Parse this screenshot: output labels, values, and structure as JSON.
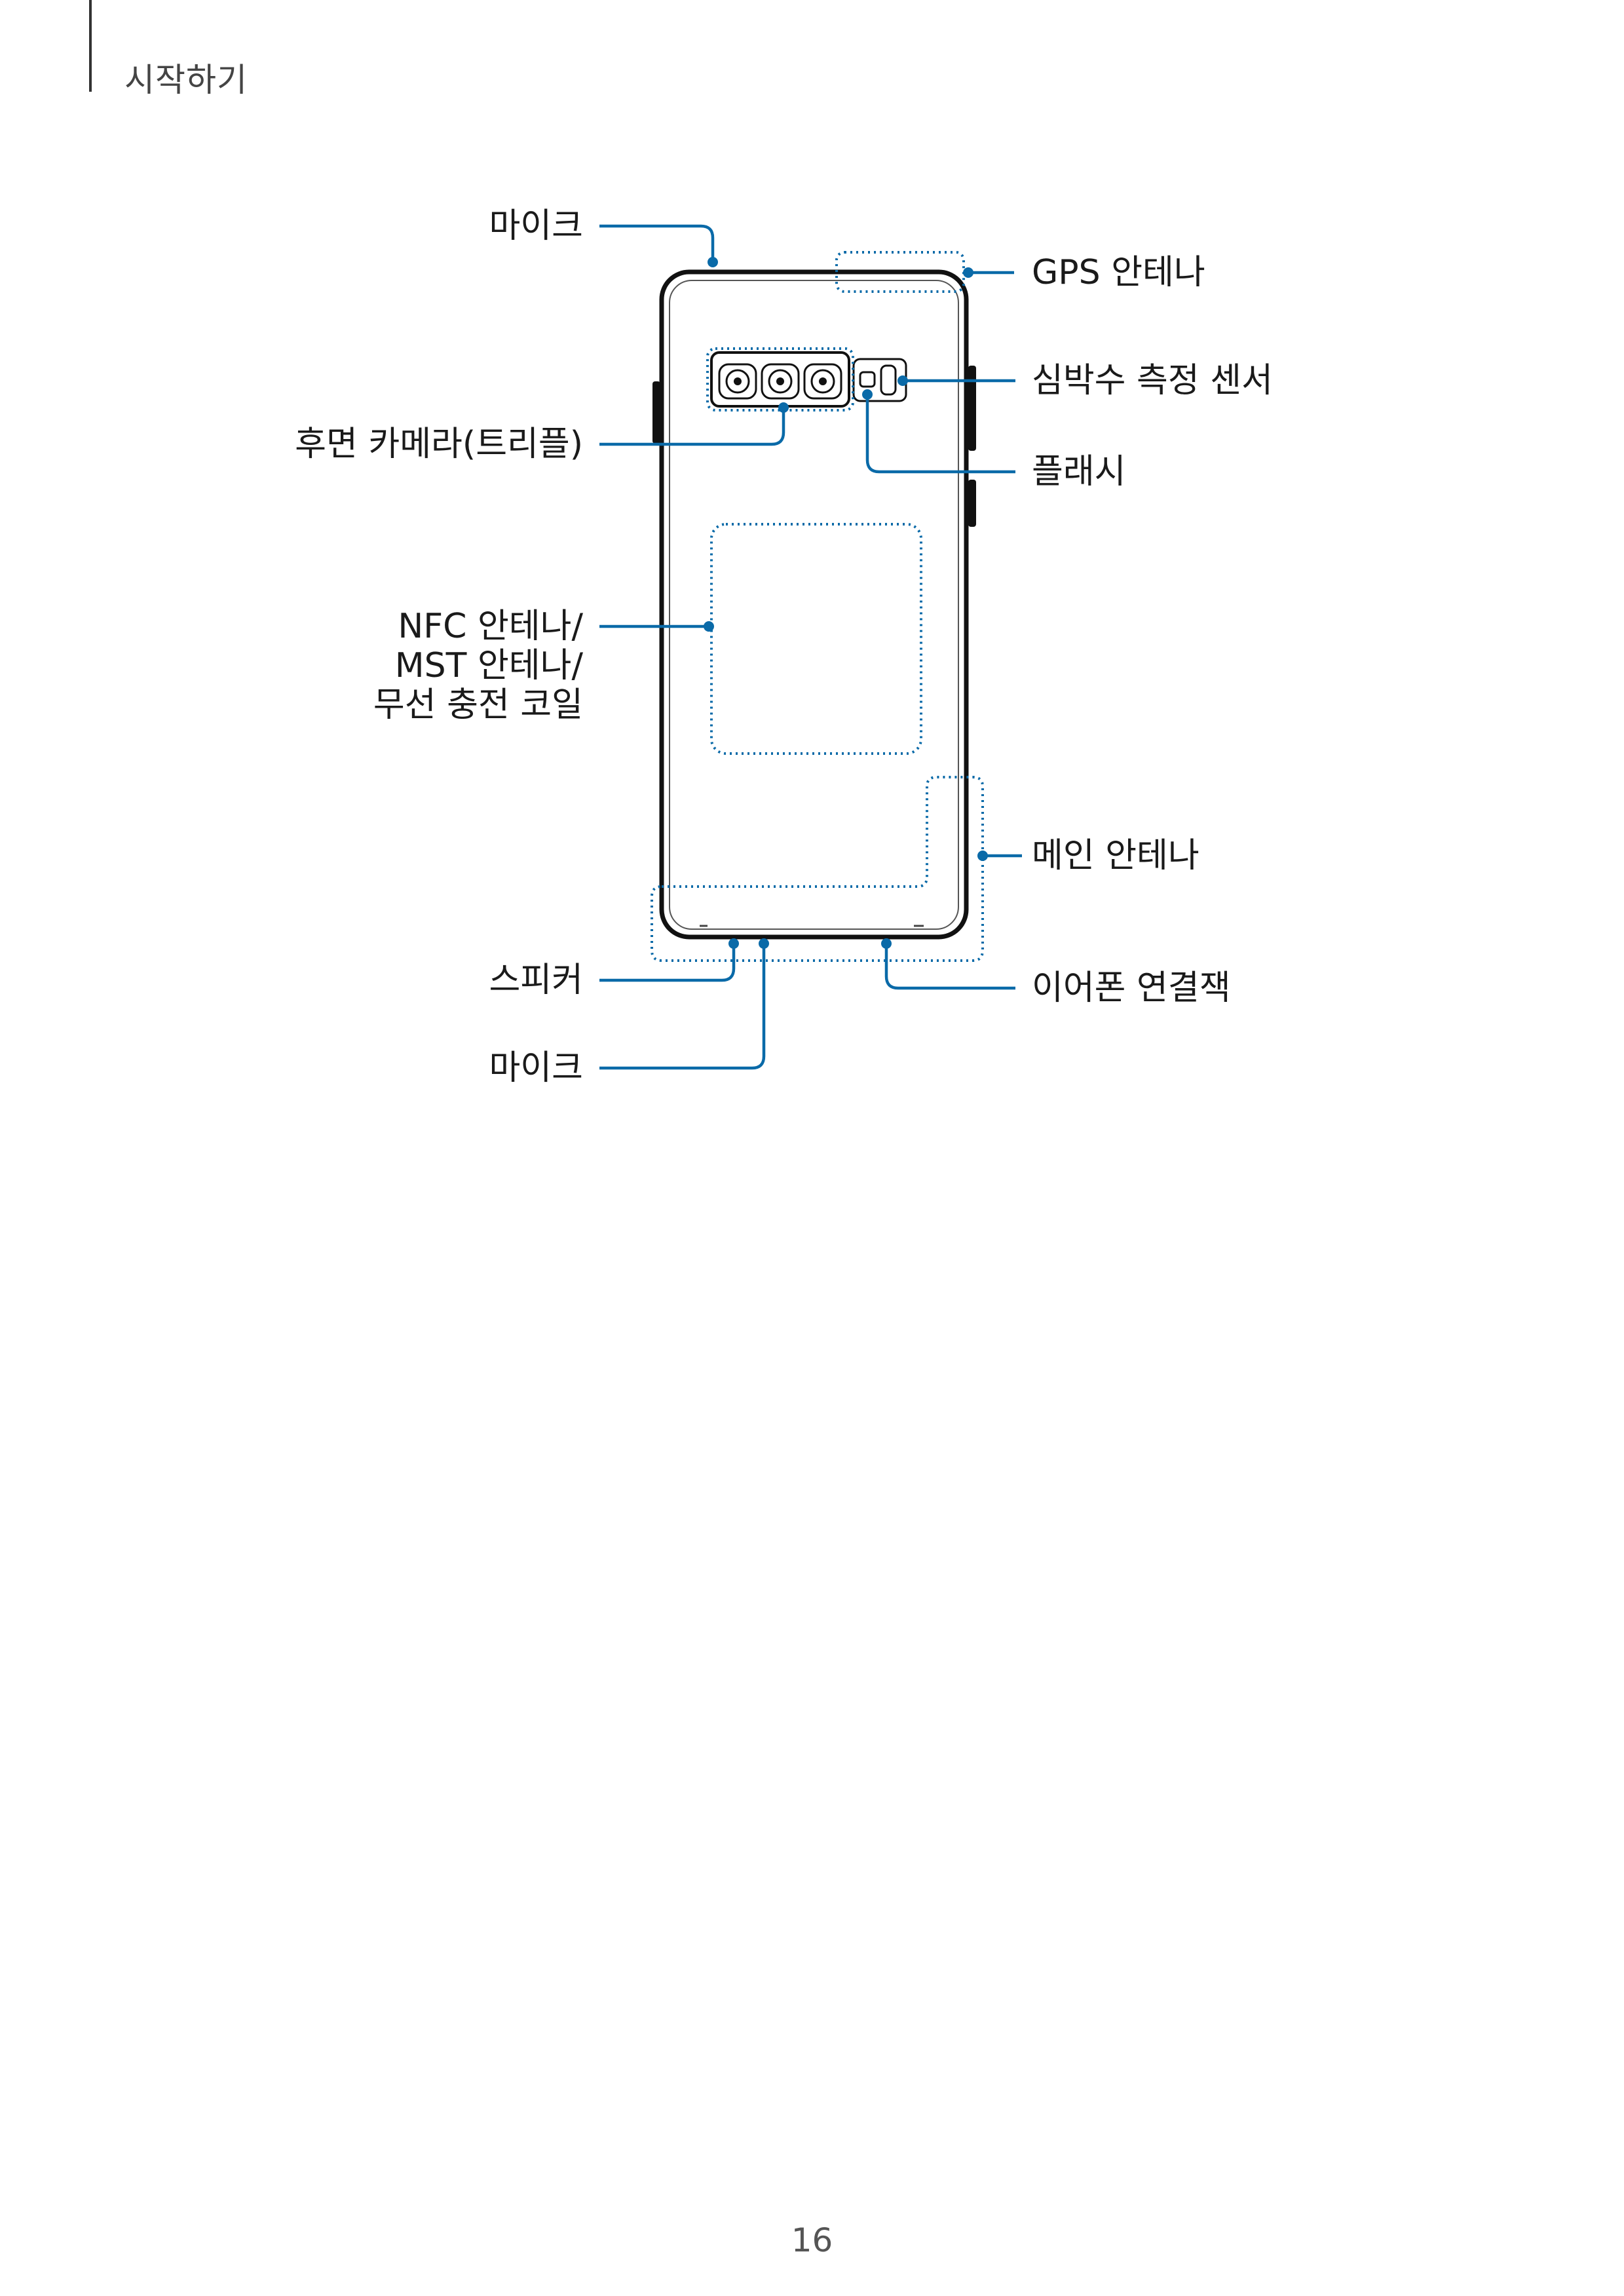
{
  "header": {
    "section_title": "시작하기"
  },
  "labels": {
    "mic_top": "마이크",
    "gps_antenna": "GPS 안테나",
    "heart_rate_sensor": "심박수 측정 센서",
    "rear_camera": "후면 카메라(트리플)",
    "flash": "플래시",
    "nfc_line1": "NFC 안테나/",
    "nfc_line2": "MST 안테나/",
    "nfc_line3": "무선 충전 코일",
    "main_antenna": "메인 안테나",
    "speaker": "스피커",
    "earphone_jack": "이어폰 연결잭",
    "mic_bottom": "마이크"
  },
  "page_number": "16",
  "colors": {
    "leader": "#0a6aa8",
    "text": "#1a1a1a"
  }
}
